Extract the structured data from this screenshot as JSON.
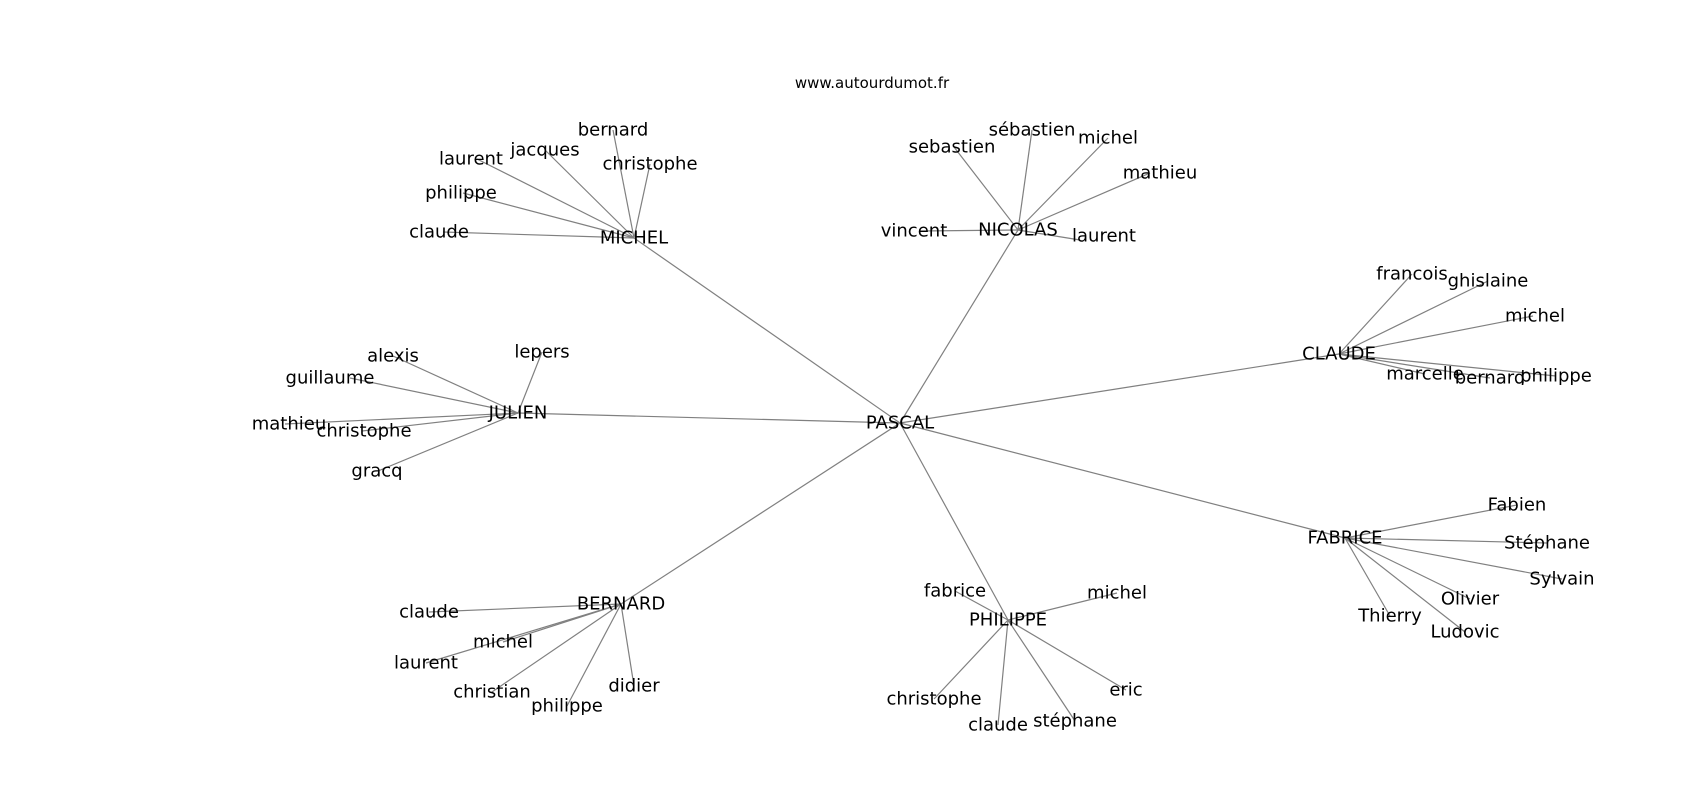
{
  "site": "www.autourdumot.fr",
  "edge_color": "#808080",
  "root": {
    "id": "pascal",
    "label": "PASCAL"
  },
  "hubs": [
    {
      "id": "michel",
      "label": "MICHEL",
      "children": [
        {
          "id": "michel-bernard",
          "label": "bernard"
        },
        {
          "id": "michel-jacques",
          "label": "jacques"
        },
        {
          "id": "michel-laurent",
          "label": "laurent"
        },
        {
          "id": "michel-christophe",
          "label": "christophe"
        },
        {
          "id": "michel-philippe",
          "label": "philippe"
        },
        {
          "id": "michel-claude",
          "label": "claude"
        }
      ]
    },
    {
      "id": "nicolas",
      "label": "NICOLAS",
      "children": [
        {
          "id": "nicolas-sebastien-accent",
          "label": "sébastien"
        },
        {
          "id": "nicolas-sebastien",
          "label": "sebastien"
        },
        {
          "id": "nicolas-michel",
          "label": "michel"
        },
        {
          "id": "nicolas-mathieu",
          "label": "mathieu"
        },
        {
          "id": "nicolas-vincent",
          "label": "vincent"
        },
        {
          "id": "nicolas-laurent",
          "label": "laurent"
        }
      ]
    },
    {
      "id": "claude",
      "label": "CLAUDE",
      "children": [
        {
          "id": "claude-francois",
          "label": "francois"
        },
        {
          "id": "claude-ghislaine",
          "label": "ghislaine"
        },
        {
          "id": "claude-michel",
          "label": "michel"
        },
        {
          "id": "claude-marcelle",
          "label": "marcelle"
        },
        {
          "id": "claude-bernard",
          "label": "bernard"
        },
        {
          "id": "claude-philippe",
          "label": "philippe"
        }
      ]
    },
    {
      "id": "julien",
      "label": "JULIEN",
      "children": [
        {
          "id": "julien-alexis",
          "label": "alexis"
        },
        {
          "id": "julien-lepers",
          "label": "lepers"
        },
        {
          "id": "julien-guillaume",
          "label": "guillaume"
        },
        {
          "id": "julien-mathieu",
          "label": "mathieu"
        },
        {
          "id": "julien-christophe",
          "label": "christophe"
        },
        {
          "id": "julien-gracq",
          "label": "gracq"
        }
      ]
    },
    {
      "id": "fabrice",
      "label": "FABRICE",
      "children": [
        {
          "id": "fabrice-fabien",
          "label": "Fabien"
        },
        {
          "id": "fabrice-stephane",
          "label": "Stéphane"
        },
        {
          "id": "fabrice-sylvain",
          "label": "Sylvain"
        },
        {
          "id": "fabrice-olivier",
          "label": "Olivier"
        },
        {
          "id": "fabrice-thierry",
          "label": "Thierry"
        },
        {
          "id": "fabrice-ludovic",
          "label": "Ludovic"
        }
      ]
    },
    {
      "id": "bernard",
      "label": "BERNARD",
      "children": [
        {
          "id": "bernard-claude",
          "label": "claude"
        },
        {
          "id": "bernard-michel",
          "label": "michel"
        },
        {
          "id": "bernard-laurent",
          "label": "laurent"
        },
        {
          "id": "bernard-christian",
          "label": "christian"
        },
        {
          "id": "bernard-philippe",
          "label": "philippe"
        },
        {
          "id": "bernard-didier",
          "label": "didier"
        }
      ]
    },
    {
      "id": "philippe",
      "label": "PHILIPPE",
      "children": [
        {
          "id": "philippe-fabrice",
          "label": "fabrice"
        },
        {
          "id": "philippe-michel",
          "label": "michel"
        },
        {
          "id": "philippe-christophe",
          "label": "christophe"
        },
        {
          "id": "philippe-claude",
          "label": "claude"
        },
        {
          "id": "philippe-stephane",
          "label": "stéphane"
        },
        {
          "id": "philippe-eric",
          "label": "eric"
        }
      ]
    }
  ]
}
